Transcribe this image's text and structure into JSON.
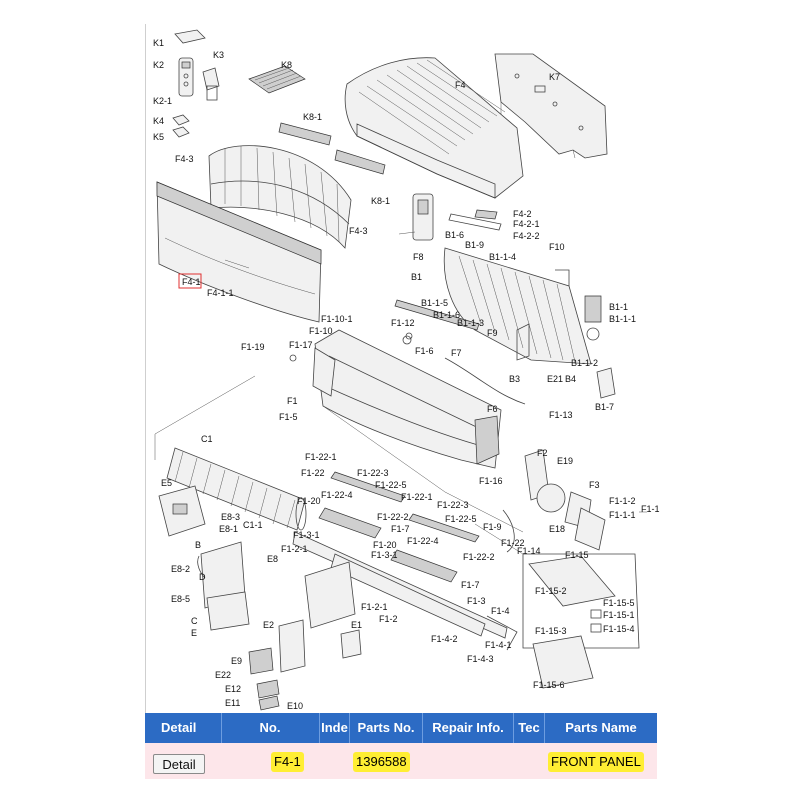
{
  "diagram": {
    "labels": {
      "K1": "K1",
      "K2": "K2",
      "K3": "K3",
      "K2_1": "K2-1",
      "K4": "K4",
      "K5": "K5",
      "K8": "K8",
      "K8_1a": "K8-1",
      "K8_1b": "K8-1",
      "F4": "F4",
      "K7": "K7",
      "F4_3a": "F4-3",
      "F4_3b": "F4-3",
      "F4_1": "F4-1",
      "F4_1_1": "F4-1-1",
      "F4_2": "F4-2",
      "F4_2_1": "F4-2-1",
      "F4_2_2": "F4-2-2",
      "F8": "F8",
      "B1_6": "B1-6",
      "B1_9": "B1-9",
      "B1_1_4": "B1-1-4",
      "F10": "F10",
      "B1": "B1",
      "B1_1_5": "B1-1-5",
      "B1_1_6": "B1-1-6",
      "B1_1_3": "B1-1-3",
      "F9": "F9",
      "B1_1": "B1-1",
      "B1_1_1": "B1-1-1",
      "F1_12": "F1-12",
      "F1_10_1": "F1-10-1",
      "F1_10": "F1-10",
      "F1_19": "F1-19",
      "F1_17": "F1-17",
      "F1_6": "F1-6",
      "F7": "F7",
      "B3": "B3",
      "E21": "E21",
      "B4": "B4",
      "B1_1_2": "B1-1-2",
      "B1_7": "B1-7",
      "F1": "F1",
      "F1_5": "F1-5",
      "F6": "F6",
      "F1_13": "F1-13",
      "C1": "C1",
      "F1_22_1a": "F1-22-1",
      "F1_22": "F1-22",
      "F1_22_3a": "F1-22-3",
      "F1_22_5a": "F1-22-5",
      "F1_22_4a": "F1-22-4",
      "F1_22_1b": "F1-22-1",
      "F2": "F2",
      "E19": "E19",
      "F1_16": "F1-16",
      "F3": "F3",
      "F1_1_2": "F1-1-2",
      "F1_1_1": "F1-1-1",
      "F1_1": "F1-1",
      "E5": "E5",
      "F1_20a": "F1-20",
      "E8_3": "E8-3",
      "E8_1": "E8-1",
      "C1_1": "C1-1",
      "F1_22_2a": "F1-22-2",
      "F1_7a": "F1-7",
      "F1_22_3b": "F1-22-3",
      "F1_22_5b": "F1-22-5",
      "F1_9": "F1-9",
      "F1_22b": "F1-22",
      "E18": "E18",
      "F1_3_1a": "F1-3-1",
      "F1_20b": "F1-20",
      "F1_22_4b": "F1-22-4",
      "F1_22_2b": "F1-22-2",
      "F1_14": "F1-14",
      "F1_15": "F1-15",
      "F1_2_1a": "F1-2-1",
      "F1_3_1b": "F1-3-1",
      "E8": "E8",
      "B_letter": "B",
      "E8_2": "E8-2",
      "D_letter": "D",
      "F1_7b": "F1-7",
      "F1_15_2": "F1-15-2",
      "E8_5": "E8-5",
      "F1_2_1b": "F1-2-1",
      "F1_3": "F1-3",
      "F1_15_5": "F1-15-5",
      "F1_15_1": "F1-15-1",
      "C_letter": "C",
      "E_letter": "E",
      "E2": "E2",
      "E1": "E1",
      "F1_2": "F1-2",
      "F1_4": "F1-4",
      "F1_15_3": "F1-15-3",
      "F1_15_4": "F1-15-4",
      "F1_4_2": "F1-4-2",
      "F1_4_1": "F1-4-1",
      "F1_4_3": "F1-4-3",
      "E9": "E9",
      "E22": "E22",
      "F1_15_6": "F1-15-6",
      "E12": "E12",
      "E11": "E11",
      "E10": "E10"
    }
  },
  "table": {
    "headers": {
      "detail": "Detail",
      "no": "No.",
      "index": "Inde",
      "parts_no": "Parts No.",
      "repair_info": "Repair Info.",
      "tech": "Tec",
      "parts_name": "Parts Name"
    },
    "row": {
      "button": "Detail",
      "no": "F4-1",
      "parts_no": "1396588",
      "parts_name": "FRONT PANEL"
    }
  },
  "colors": {
    "header_bg": "#2c6bc4",
    "row_bg": "#fde6ea",
    "highlight": "#ffee33",
    "highlight_box": "#e03030"
  }
}
